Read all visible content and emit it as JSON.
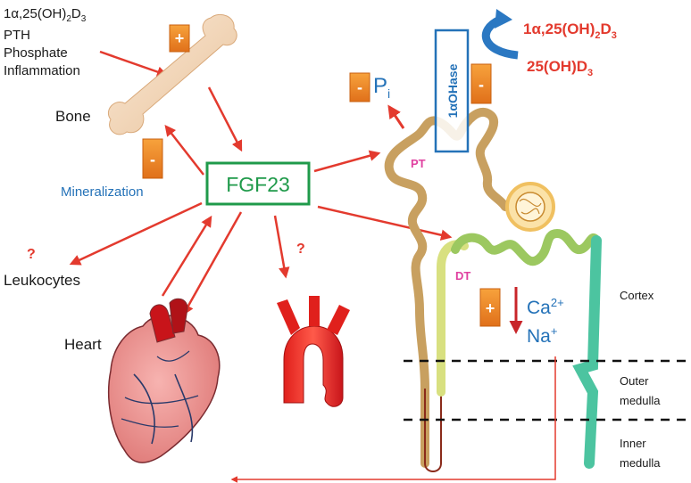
{
  "inputs": {
    "line1_main": "1α,25(OH)",
    "line1_sub": "2",
    "line1_end": "D",
    "line1_sub2": "3",
    "line2": "PTH",
    "line3": "Phosphate",
    "line4": "Inflammation"
  },
  "labels": {
    "bone": "Bone",
    "mineralization": "Mineralization",
    "fgf23": "FGF23",
    "leukocytes": "Leukocytes",
    "heart": "Heart",
    "pi_main": "P",
    "pi_sub": "i",
    "enzyme": "1αOHase",
    "pt": "PT",
    "dt": "DT",
    "ca_main": "Ca",
    "ca_sup": "2+",
    "na_main": "Na",
    "na_sup": "+",
    "cortex": "Cortex",
    "outer_1": "Outer",
    "outer_2": "medulla",
    "inner_1": "Inner",
    "inner_2": "medulla",
    "question": "?"
  },
  "vitd": {
    "active_main": "1α,25(OH)",
    "active_sub": "2",
    "active_end": "D",
    "active_sub2": "3",
    "precursor_main": "25(OH)D",
    "precursor_sub": "3"
  },
  "badges": {
    "plus": "+",
    "minus": "-"
  },
  "colors": {
    "arrow_red": "#e33a2e",
    "fgf23_green": "#1f9a4a",
    "enzyme_blue": "#2472b8",
    "badge_orange": "#f08a1c",
    "text_blue": "#2472b8",
    "label_pink": "#e040a0"
  },
  "icons": {
    "bone": "bone-icon",
    "heart": "heart-icon",
    "aorta": "aorta-icon",
    "kidney": "nephron-icon",
    "glomerulus": "glomerulus-icon"
  }
}
